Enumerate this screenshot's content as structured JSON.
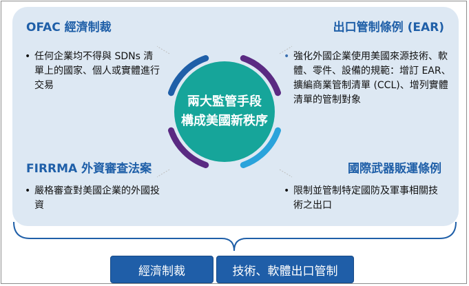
{
  "quadrants": {
    "ofac": {
      "title": "OFAC 經濟制裁",
      "bullet": "任何企業均不得與 SDNs 清單上的國家、個人或實體進行交易"
    },
    "ear": {
      "title": "出口管制條例 (EAR)",
      "bullet": "強化外國企業使用美國來源技術、軟體、零件、設備的規範：增訂 EAR、擴編商業管制清單 (CCL)、增列實體清單的管制對象"
    },
    "firrma": {
      "title": "FIRRMA 外資審查法案",
      "bullet": "嚴格審查對美國企業的外國投資"
    },
    "itar": {
      "title": "國際武器販運條例",
      "bullet": "限制並管制特定國防及軍事相關技術之出口"
    }
  },
  "center": {
    "line1": "兩大監管手段",
    "line2": "構成美國新秩序"
  },
  "buttons": {
    "economic": "經濟制裁",
    "tech": "技術、軟體出口管制"
  },
  "bullet_symbol": "•",
  "colors": {
    "heading": "#1f5fa8",
    "panel": "#dde8f3",
    "center": "#16a59a",
    "arc_blue": "#1f5fa8",
    "arc_purple": "#5a2a82",
    "arc_light_blue": "#2aa3db",
    "button": "#1f5ea8"
  }
}
